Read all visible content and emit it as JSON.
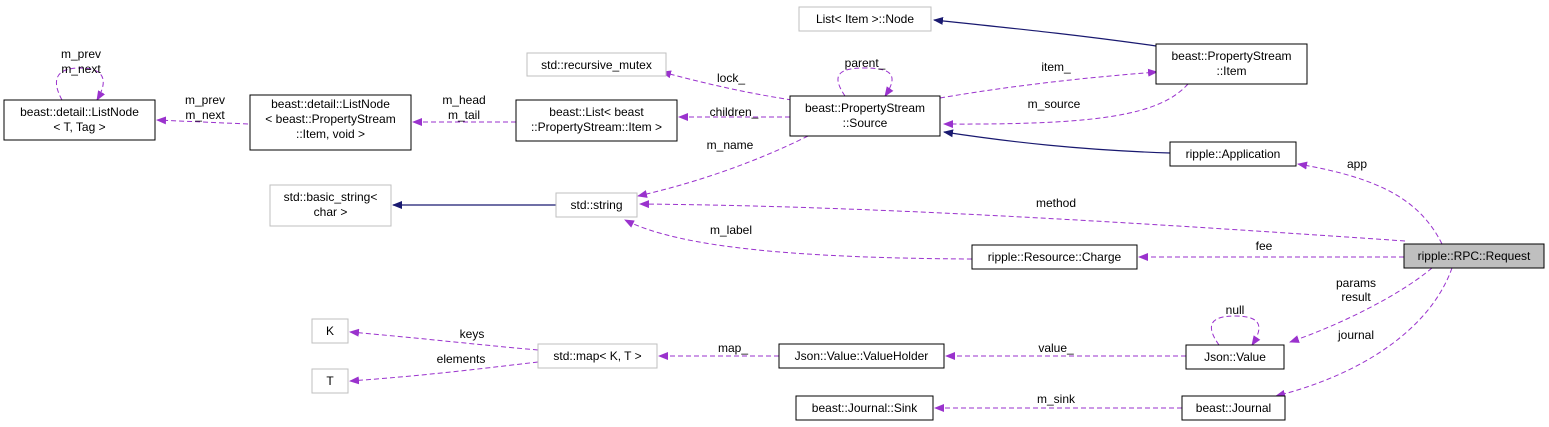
{
  "colors": {
    "usage_edge": "#9a32cd",
    "inheritance_edge": "#191970",
    "node_border": "#000000",
    "external_node_border": "#bfbfbf",
    "focus_fill": "#bfbfbf"
  },
  "nodes": {
    "listnode_tag": [
      "beast::detail::ListNode",
      "< T, Tag >"
    ],
    "listnode_item": [
      "beast::detail::ListNode",
      "< beast::PropertyStream",
      "::Item, void >"
    ],
    "beast_list": [
      "beast::List< beast",
      "::PropertyStream::Item >"
    ],
    "recursive_mutex": [
      "std::recursive_mutex"
    ],
    "source": [
      "beast::PropertyStream",
      "::Source"
    ],
    "list_node": [
      "List< Item >::Node"
    ],
    "ps_item": [
      "beast::PropertyStream",
      "::Item"
    ],
    "application": [
      "ripple::Application"
    ],
    "basic_string": [
      "std::basic_string<",
      "char >"
    ],
    "std_string": [
      "std::string"
    ],
    "charge": [
      "ripple::Resource::Charge"
    ],
    "request": [
      "ripple::RPC::Request"
    ],
    "k": [
      "K"
    ],
    "t": [
      "T"
    ],
    "std_map": [
      "std::map< K, T >"
    ],
    "valueholder": [
      "Json::Value::ValueHolder"
    ],
    "json_value": [
      "Json::Value"
    ],
    "journal_sink": [
      "beast::Journal::Sink"
    ],
    "journal": [
      "beast::Journal"
    ]
  },
  "edge_labels": {
    "listnode_self": [
      "m_prev",
      "m_next"
    ],
    "listnode_to_tag": [
      "m_prev",
      "m_next"
    ],
    "list_to_listnode": [
      "m_head",
      "m_tail"
    ],
    "lock": "lock_",
    "children": "children_",
    "parent": "parent_",
    "item": "item_",
    "m_source": "m_source",
    "m_name": "m_name",
    "method": "method",
    "m_label": "m_label",
    "fee": "fee",
    "app": "app",
    "params_result": [
      "params",
      "result"
    ],
    "null": "null",
    "journal": "journal",
    "value": "value_",
    "map": "map_",
    "keys": "keys",
    "elements": "elements",
    "m_sink": "m_sink"
  }
}
